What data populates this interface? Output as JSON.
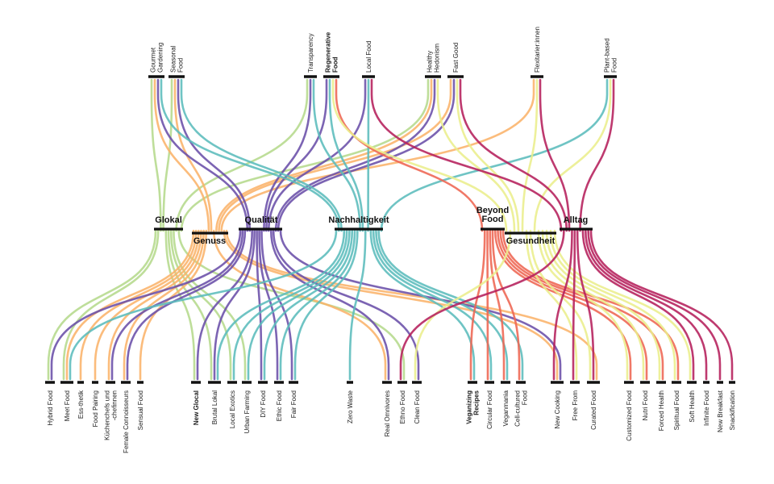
{
  "diagram": {
    "colors": {
      "green": "#b5d98c",
      "orange": "#fbb36a",
      "purple": "#6a4ea8",
      "teal": "#5bbcbc",
      "red": "#ee6552",
      "yellow": "#eaee8c",
      "crimson": "#b51f5b"
    },
    "hubs": [
      {
        "id": "glokal",
        "label": "Glokal",
        "color": "green"
      },
      {
        "id": "genuss",
        "label": "Genuss",
        "color": "orange"
      },
      {
        "id": "qualitaet",
        "label": "Qualität",
        "color": "purple"
      },
      {
        "id": "nachhaltigkeit",
        "label": "Nachhaltigkeit",
        "color": "teal"
      },
      {
        "id": "beyond",
        "label": "Beyond Food",
        "lines": [
          "Beyond",
          "Food"
        ],
        "color": "red"
      },
      {
        "id": "gesundheit",
        "label": "Gesundheit",
        "color": "yellow"
      },
      {
        "id": "alltag",
        "label": "Alltag",
        "color": "crimson"
      }
    ],
    "top_trends": [
      {
        "id": "gourmet",
        "lines": [
          "Gourmet",
          "Gardening"
        ],
        "bold": false,
        "hubs": [
          "glokal",
          "genuss",
          "qualitaet",
          "nachhaltigkeit"
        ]
      },
      {
        "id": "seasonal",
        "lines": [
          "Seasonal",
          "Food"
        ],
        "bold": false,
        "hubs": [
          "glokal",
          "genuss",
          "qualitaet",
          "nachhaltigkeit"
        ]
      },
      {
        "id": "transparency",
        "lines": [
          "Transparency"
        ],
        "bold": false,
        "hubs": [
          "glokal",
          "qualitaet",
          "nachhaltigkeit"
        ]
      },
      {
        "id": "regenerative",
        "lines": [
          "Regenerative",
          "Food"
        ],
        "bold": true,
        "hubs": [
          "qualitaet",
          "nachhaltigkeit",
          "gesundheit",
          "beyond"
        ]
      },
      {
        "id": "localfood",
        "lines": [
          "Local Food"
        ],
        "bold": false,
        "hubs": [
          "qualitaet",
          "nachhaltigkeit",
          "alltag"
        ]
      },
      {
        "id": "healthy",
        "lines": [
          "Healthy",
          "Hedonism"
        ],
        "bold": false,
        "hubs": [
          "glokal",
          "genuss",
          "qualitaet",
          "gesundheit"
        ]
      },
      {
        "id": "fastgood",
        "lines": [
          "Fast Good"
        ],
        "bold": false,
        "hubs": [
          "genuss",
          "qualitaet",
          "gesundheit",
          "alltag"
        ]
      },
      {
        "id": "flexitarier",
        "lines": [
          "Flexitarier:innen"
        ],
        "bold": false,
        "hubs": [
          "genuss",
          "gesundheit",
          "alltag"
        ]
      },
      {
        "id": "plantbased",
        "lines": [
          "Plant-based",
          "Food"
        ],
        "bold": false,
        "hubs": [
          "nachhaltigkeit",
          "gesundheit",
          "alltag"
        ]
      }
    ],
    "bottom_trends": [
      {
        "id": "hybrid",
        "lines": [
          "Hybrid Food"
        ],
        "bold": false,
        "hubs": [
          "glokal",
          "qualitaet"
        ]
      },
      {
        "id": "meet",
        "lines": [
          "Meet Food"
        ],
        "bold": false,
        "hubs": [
          "glokal",
          "genuss",
          "nachhaltigkeit"
        ]
      },
      {
        "id": "essthetik",
        "lines": [
          "Ess-thetik"
        ],
        "bold": false,
        "hubs": [
          "genuss"
        ]
      },
      {
        "id": "pairing",
        "lines": [
          "Food Pairing"
        ],
        "bold": false,
        "hubs": [
          "genuss"
        ]
      },
      {
        "id": "kuechenchefs",
        "lines": [
          "Küchenchefs und",
          "-chefinnen"
        ],
        "bold": false,
        "hubs": [
          "genuss",
          "qualitaet"
        ]
      },
      {
        "id": "female",
        "lines": [
          "Female Connoisseurs"
        ],
        "bold": false,
        "hubs": [
          "genuss",
          "qualitaet"
        ]
      },
      {
        "id": "sensual",
        "lines": [
          "Sensual Food"
        ],
        "bold": false,
        "hubs": [
          "genuss"
        ]
      },
      {
        "id": "newglocal",
        "lines": [
          "New Glocal"
        ],
        "bold": true,
        "hubs": [
          "glokal",
          "qualitaet"
        ]
      },
      {
        "id": "brutal",
        "lines": [
          "Brutal Lokal"
        ],
        "bold": false,
        "hubs": [
          "glokal",
          "qualitaet",
          "nachhaltigkeit"
        ]
      },
      {
        "id": "exotics",
        "lines": [
          "Local Exotics"
        ],
        "bold": false,
        "hubs": [
          "glokal",
          "nachhaltigkeit"
        ]
      },
      {
        "id": "urban",
        "lines": [
          "Urban Farming"
        ],
        "bold": false,
        "hubs": [
          "glokal",
          "nachhaltigkeit"
        ]
      },
      {
        "id": "diy",
        "lines": [
          "DIY Food"
        ],
        "bold": false,
        "hubs": [
          "qualitaet",
          "nachhaltigkeit"
        ]
      },
      {
        "id": "ethic",
        "lines": [
          "Ethic Food"
        ],
        "bold": false,
        "hubs": [
          "qualitaet",
          "nachhaltigkeit"
        ]
      },
      {
        "id": "fair",
        "lines": [
          "Fair Food"
        ],
        "bold": false,
        "hubs": [
          "qualitaet",
          "nachhaltigkeit"
        ]
      },
      {
        "id": "zerowaste",
        "lines": [
          "Zero Waste"
        ],
        "bold": false,
        "hubs": [
          "nachhaltigkeit"
        ]
      },
      {
        "id": "realomni",
        "lines": [
          "Real Omnivores"
        ],
        "bold": false,
        "hubs": [
          "genuss",
          "qualitaet"
        ]
      },
      {
        "id": "ethno",
        "lines": [
          "Ethno Food"
        ],
        "bold": false,
        "hubs": [
          "alltag",
          "glokal"
        ]
      },
      {
        "id": "cleanfood",
        "lines": [
          "Clean Food"
        ],
        "bold": false,
        "hubs": [
          "gesundheit",
          "qualitaet"
        ]
      },
      {
        "id": "veganizing",
        "lines": [
          "Veganizing",
          "Recipes"
        ],
        "bold": true,
        "hubs": [
          "beyond",
          "nachhaltigkeit"
        ]
      },
      {
        "id": "circular",
        "lines": [
          "Circular Food"
        ],
        "bold": false,
        "hubs": [
          "beyond",
          "nachhaltigkeit"
        ]
      },
      {
        "id": "veganmania",
        "lines": [
          "Veganmania"
        ],
        "bold": false,
        "hubs": [
          "beyond",
          "nachhaltigkeit"
        ]
      },
      {
        "id": "cellcultured",
        "lines": [
          "Cell-cultured",
          "Food"
        ],
        "bold": false,
        "hubs": [
          "beyond",
          "nachhaltigkeit"
        ]
      },
      {
        "id": "newcooking",
        "lines": [
          "New Cooking"
        ],
        "bold": false,
        "hubs": [
          "alltag",
          "genuss",
          "qualitaet"
        ]
      },
      {
        "id": "freefrom",
        "lines": [
          "Free From"
        ],
        "bold": false,
        "hubs": [
          "alltag",
          "gesundheit"
        ]
      },
      {
        "id": "curated",
        "lines": [
          "Curated Food"
        ],
        "bold": false,
        "hubs": [
          "gesundheit",
          "alltag",
          "genuss"
        ]
      },
      {
        "id": "customized",
        "lines": [
          "Customized Food"
        ],
        "bold": false,
        "hubs": [
          "gesundheit",
          "beyond"
        ]
      },
      {
        "id": "nutri",
        "lines": [
          "Nutri Food"
        ],
        "bold": false,
        "hubs": [
          "gesundheit",
          "beyond"
        ]
      },
      {
        "id": "forced",
        "lines": [
          "Forced Health"
        ],
        "bold": false,
        "hubs": [
          "gesundheit",
          "beyond"
        ]
      },
      {
        "id": "spiritual",
        "lines": [
          "Spiritual Food"
        ],
        "bold": false,
        "hubs": [
          "gesundheit",
          "beyond"
        ]
      },
      {
        "id": "softhealth",
        "lines": [
          "Soft Health"
        ],
        "bold": false,
        "hubs": [
          "gesundheit",
          "alltag"
        ]
      },
      {
        "id": "infinite",
        "lines": [
          "Infinite Food"
        ],
        "bold": false,
        "hubs": [
          "alltag"
        ]
      },
      {
        "id": "breakfast",
        "lines": [
          "New Breakfast"
        ],
        "bold": false,
        "hubs": [
          "alltag"
        ]
      },
      {
        "id": "snackification",
        "lines": [
          "Snackification"
        ],
        "bold": false,
        "hubs": [
          "alltag"
        ]
      }
    ]
  }
}
